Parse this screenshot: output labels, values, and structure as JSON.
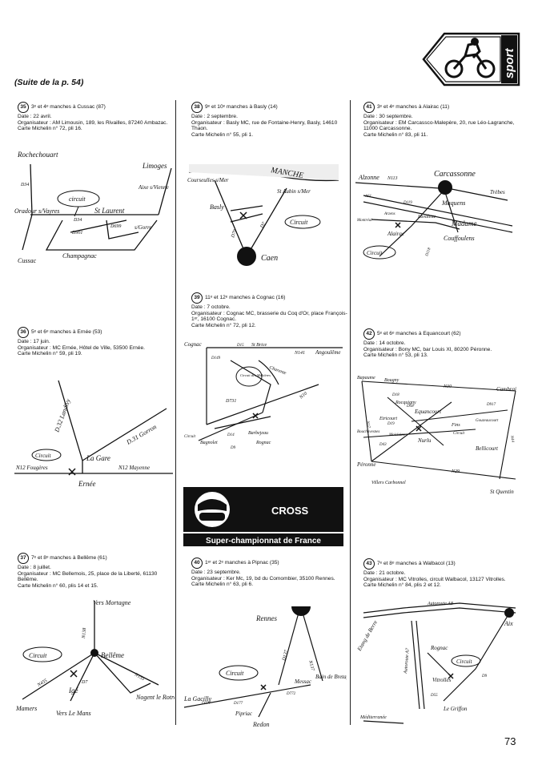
{
  "header": {
    "suite": "(Suite de la p. 54)",
    "logo_text": "sport"
  },
  "page_number": "73",
  "entries": [
    {
      "num": "35",
      "title": "3ᵉ et 4ᵉ manches à Cussac (87)",
      "date": "Date : 22 avril.",
      "org": "Organisateur : AM Limousin, 189, les Rivailles, 87240 Ambazac.",
      "carte": "Carte Michelin n° 72, pli 16."
    },
    {
      "num": "36",
      "title": "5ᵉ et 6ᵉ manches à Ernée (53)",
      "date": "Date : 17 juin.",
      "org": "Organisateur : MC Ernée, Hôtel de Ville, 53500 Ernée.",
      "carte": "Carte Michelin n° 59, pli 19."
    },
    {
      "num": "37",
      "title": "7ᵉ et 8ᵉ manches à Bellême (61)",
      "date": "Date : 8 juillet.",
      "org": "Organisateur : MC Bellemois, 25, place de la Liberté, 61130 Bellême.",
      "carte": "Carte Michelin n° 60, plis 14 et 15."
    },
    {
      "num": "38",
      "title": "9ᵉ et 10ᵉ manches à Basly (14)",
      "date": "Date : 2 septembre.",
      "org": "Organisateur : Basly MC, rue de Fontaine-Henry, Basly, 14610 Thaon.",
      "carte": "Carte Michelin n° 55, pli 1."
    },
    {
      "num": "39",
      "title": "11ᵉ et 12ᵉ manches à Cognac (16)",
      "date": "Date : 7 octobre.",
      "org": "Organisateur : Cognac MC, brasserie du Coq d'Or, place François-1ᵉʳ, 16100 Cognac.",
      "carte": "Carte Michelin n° 72, pli 12."
    },
    {
      "num": "40",
      "title": "1ᵉʳ et 2ᵉ manches à Pipnac (35)",
      "date": "Date : 23 septembre.",
      "org": "Organisateur : Ker Mc, 19, bd du Comombier, 35100 Rennes.",
      "carte": "Carte Michelin n° 63, pli 6."
    },
    {
      "num": "41",
      "title": "3ᵉ et 4ᵉ manches à Alairac (11)",
      "date": "Date : 30 septembre.",
      "org": "Organisateur : EM Carcassco-Malepère, 20, rue Léo-Lagranche, 11000 Carcassonne.",
      "carte": "Carte Michelin n° 83, pli 11."
    },
    {
      "num": "42",
      "title": "5ᵉ et 6ᵉ manches à Equancourt (62)",
      "date": "Date : 14 octobre.",
      "org": "Organisateur : Bony MC, bar Louis XI, 80200 Péronne.",
      "carte": "Carte Michelin n° 53, pli 13."
    },
    {
      "num": "43",
      "title": "7ᵉ et 8ᵉ manches à Walbacol (13)",
      "date": "Date : 21 octobre.",
      "org": "Organisateur : MC Vitrolles, circuit Walbacol, 13127 Vitrolles.",
      "carte": "Carte Michelin n° 84, plis 2 et 12."
    }
  ],
  "banner": {
    "title": "CROSS",
    "subtitle": "Super-championnat de France"
  },
  "maps": {
    "m35": [
      "Rochechouart",
      "Limoges",
      "Aixe s/Vienne",
      "circuit",
      "Oradour s/Vayres",
      "D34",
      "St Laurent",
      "s/Gorre",
      "Cussac",
      "Champagnac",
      "D699",
      "D901",
      "D34",
      "D34"
    ],
    "m36": [
      "D.32 Landivy",
      "D.31 Gorron",
      "Circuit",
      "La Gare",
      "N12 Fougères",
      "N12 Mayenne",
      "Ernée"
    ],
    "m37": [
      "Vers Mortagne",
      "N138",
      "Circuit",
      "Bellême",
      "N455",
      "Igé",
      "N155",
      "Nogent le Rotrou",
      "Mamers",
      "Vers Le Mans",
      "D7"
    ],
    "m38": [
      "MANCHE",
      "Courseulles s/Mer",
      "St Aubin s/Mer",
      "Basly",
      "Circuit",
      "Caen",
      "D79",
      "D7"
    ],
    "m39": [
      "Cognac",
      "D15",
      "St Brice",
      "N141",
      "Angoulême",
      "Circuit des Maltières",
      "D149",
      "Charente",
      "N10",
      "D731",
      "Circuit",
      "Bagnolet",
      "Barbejeau",
      "Rognac",
      "D14",
      "D9"
    ],
    "m40": [
      "Rennes",
      "D137",
      "D177",
      "N137",
      "Circuit",
      "Messac",
      "Bain de Bretagne",
      "La Gacilly",
      "D777",
      "Pipriac",
      "D772",
      "Redon"
    ],
    "m41": [
      "Alzonne",
      "N113",
      "Carcassonne",
      "Trèbes",
      "Maquens",
      "Montréal",
      "Arzens",
      "Lavalette",
      "Madame",
      "Alairac",
      "Couffoulens",
      "Circuit",
      "A61",
      "D119",
      "D118"
    ],
    "m42": [
      "Bapaume",
      "Bougny",
      "N30",
      "Cambrai",
      "Rocquigny",
      "Equancourt",
      "Etricourt",
      "Gouzeaucourt",
      "Fins",
      "Circuit",
      "Moislains",
      "Nurlu",
      "Bellicourt",
      "Péronne",
      "Villers Carbonnel",
      "N29",
      "St Quentin",
      "D917",
      "N17",
      "N44",
      "D19",
      "D58",
      "D43",
      "D18",
      "Bouchavesnes"
    ],
    "m43": [
      "Autoroute A8",
      "Aix",
      "Etang de Berre",
      "Autoroute A7",
      "Rognac",
      "Circuit",
      "Vitrolles",
      "D9",
      "D55",
      "Le Griffon",
      "Méditerranée"
    ]
  }
}
